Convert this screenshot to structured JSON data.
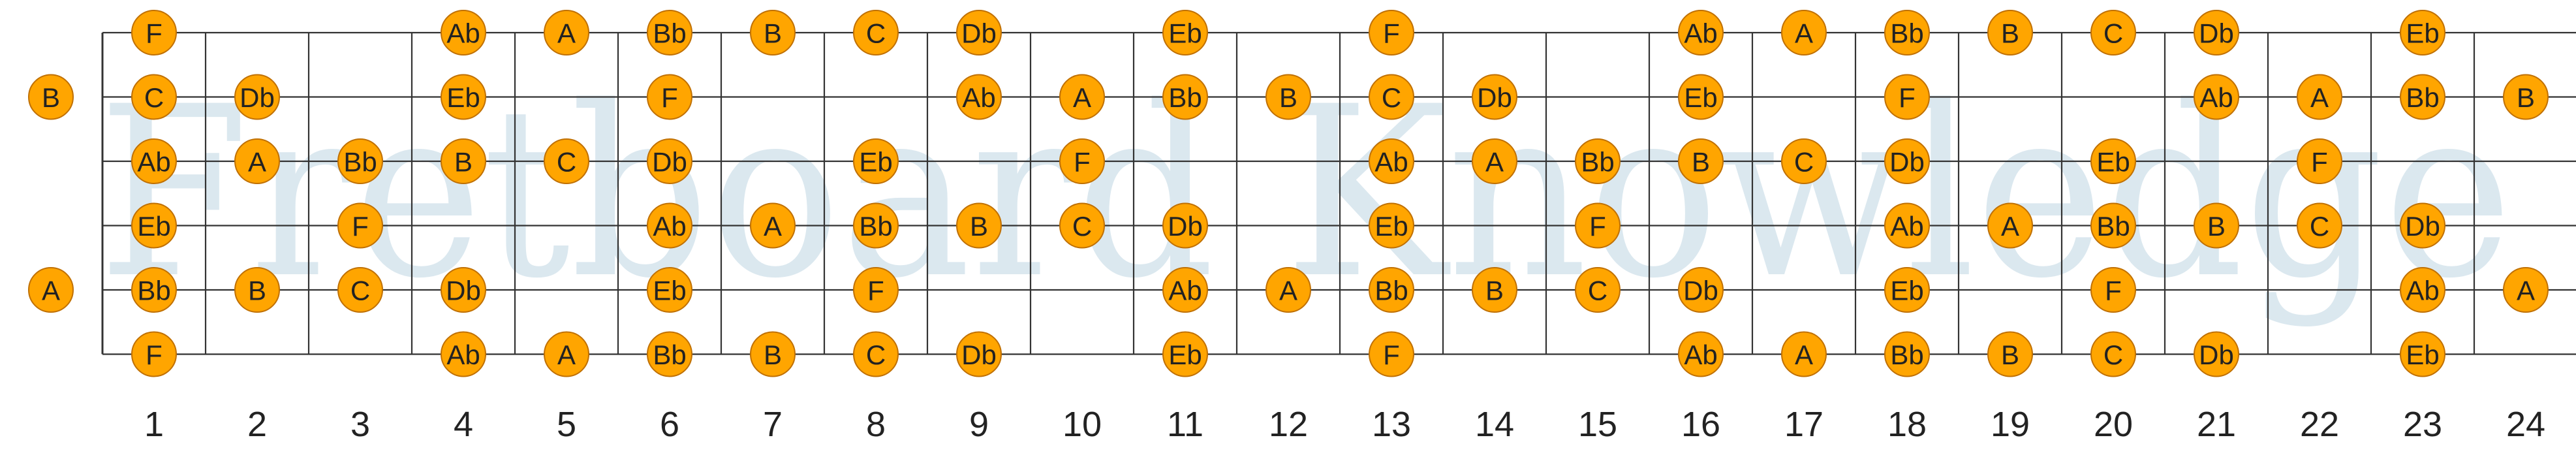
{
  "watermark": "Fretboard Knowledge",
  "colors": {
    "note_fill": "#ffa500",
    "note_stroke": "#c07000",
    "line": "#333333",
    "watermark": "#dbe8ef",
    "text": "#222222"
  },
  "fret_count": 24,
  "fret_numbers": [
    "1",
    "2",
    "3",
    "4",
    "5",
    "6",
    "7",
    "8",
    "9",
    "10",
    "11",
    "12",
    "13",
    "14",
    "15",
    "16",
    "17",
    "18",
    "19",
    "20",
    "21",
    "22",
    "23",
    "24"
  ],
  "notes": [
    {
      "string": 1,
      "fret": 1,
      "label": "F"
    },
    {
      "string": 1,
      "fret": 4,
      "label": "Ab"
    },
    {
      "string": 1,
      "fret": 5,
      "label": "A"
    },
    {
      "string": 1,
      "fret": 6,
      "label": "Bb"
    },
    {
      "string": 1,
      "fret": 7,
      "label": "B"
    },
    {
      "string": 1,
      "fret": 8,
      "label": "C"
    },
    {
      "string": 1,
      "fret": 9,
      "label": "Db"
    },
    {
      "string": 1,
      "fret": 11,
      "label": "Eb"
    },
    {
      "string": 1,
      "fret": 13,
      "label": "F"
    },
    {
      "string": 1,
      "fret": 16,
      "label": "Ab"
    },
    {
      "string": 1,
      "fret": 17,
      "label": "A"
    },
    {
      "string": 1,
      "fret": 18,
      "label": "Bb"
    },
    {
      "string": 1,
      "fret": 19,
      "label": "B"
    },
    {
      "string": 1,
      "fret": 20,
      "label": "C"
    },
    {
      "string": 1,
      "fret": 21,
      "label": "Db"
    },
    {
      "string": 1,
      "fret": 23,
      "label": "Eb"
    },
    {
      "string": 2,
      "fret": 0,
      "label": "B"
    },
    {
      "string": 2,
      "fret": 1,
      "label": "C"
    },
    {
      "string": 2,
      "fret": 2,
      "label": "Db"
    },
    {
      "string": 2,
      "fret": 4,
      "label": "Eb"
    },
    {
      "string": 2,
      "fret": 6,
      "label": "F"
    },
    {
      "string": 2,
      "fret": 9,
      "label": "Ab"
    },
    {
      "string": 2,
      "fret": 10,
      "label": "A"
    },
    {
      "string": 2,
      "fret": 11,
      "label": "Bb"
    },
    {
      "string": 2,
      "fret": 12,
      "label": "B"
    },
    {
      "string": 2,
      "fret": 13,
      "label": "C"
    },
    {
      "string": 2,
      "fret": 14,
      "label": "Db"
    },
    {
      "string": 2,
      "fret": 16,
      "label": "Eb"
    },
    {
      "string": 2,
      "fret": 18,
      "label": "F"
    },
    {
      "string": 2,
      "fret": 21,
      "label": "Ab"
    },
    {
      "string": 2,
      "fret": 22,
      "label": "A"
    },
    {
      "string": 2,
      "fret": 23,
      "label": "Bb"
    },
    {
      "string": 2,
      "fret": 24,
      "label": "B"
    },
    {
      "string": 3,
      "fret": 1,
      "label": "Ab"
    },
    {
      "string": 3,
      "fret": 2,
      "label": "A"
    },
    {
      "string": 3,
      "fret": 3,
      "label": "Bb"
    },
    {
      "string": 3,
      "fret": 4,
      "label": "B"
    },
    {
      "string": 3,
      "fret": 5,
      "label": "C"
    },
    {
      "string": 3,
      "fret": 6,
      "label": "Db"
    },
    {
      "string": 3,
      "fret": 8,
      "label": "Eb"
    },
    {
      "string": 3,
      "fret": 10,
      "label": "F"
    },
    {
      "string": 3,
      "fret": 13,
      "label": "Ab"
    },
    {
      "string": 3,
      "fret": 14,
      "label": "A"
    },
    {
      "string": 3,
      "fret": 15,
      "label": "Bb"
    },
    {
      "string": 3,
      "fret": 16,
      "label": "B"
    },
    {
      "string": 3,
      "fret": 17,
      "label": "C"
    },
    {
      "string": 3,
      "fret": 18,
      "label": "Db"
    },
    {
      "string": 3,
      "fret": 20,
      "label": "Eb"
    },
    {
      "string": 3,
      "fret": 22,
      "label": "F"
    },
    {
      "string": 4,
      "fret": 1,
      "label": "Eb"
    },
    {
      "string": 4,
      "fret": 3,
      "label": "F"
    },
    {
      "string": 4,
      "fret": 6,
      "label": "Ab"
    },
    {
      "string": 4,
      "fret": 7,
      "label": "A"
    },
    {
      "string": 4,
      "fret": 8,
      "label": "Bb"
    },
    {
      "string": 4,
      "fret": 9,
      "label": "B"
    },
    {
      "string": 4,
      "fret": 10,
      "label": "C"
    },
    {
      "string": 4,
      "fret": 11,
      "label": "Db"
    },
    {
      "string": 4,
      "fret": 13,
      "label": "Eb"
    },
    {
      "string": 4,
      "fret": 15,
      "label": "F"
    },
    {
      "string": 4,
      "fret": 18,
      "label": "Ab"
    },
    {
      "string": 4,
      "fret": 19,
      "label": "A"
    },
    {
      "string": 4,
      "fret": 20,
      "label": "Bb"
    },
    {
      "string": 4,
      "fret": 21,
      "label": "B"
    },
    {
      "string": 4,
      "fret": 22,
      "label": "C"
    },
    {
      "string": 4,
      "fret": 23,
      "label": "Db"
    },
    {
      "string": 5,
      "fret": 0,
      "label": "A"
    },
    {
      "string": 5,
      "fret": 1,
      "label": "Bb"
    },
    {
      "string": 5,
      "fret": 2,
      "label": "B"
    },
    {
      "string": 5,
      "fret": 3,
      "label": "C"
    },
    {
      "string": 5,
      "fret": 4,
      "label": "Db"
    },
    {
      "string": 5,
      "fret": 6,
      "label": "Eb"
    },
    {
      "string": 5,
      "fret": 8,
      "label": "F"
    },
    {
      "string": 5,
      "fret": 11,
      "label": "Ab"
    },
    {
      "string": 5,
      "fret": 12,
      "label": "A"
    },
    {
      "string": 5,
      "fret": 13,
      "label": "Bb"
    },
    {
      "string": 5,
      "fret": 14,
      "label": "B"
    },
    {
      "string": 5,
      "fret": 15,
      "label": "C"
    },
    {
      "string": 5,
      "fret": 16,
      "label": "Db"
    },
    {
      "string": 5,
      "fret": 18,
      "label": "Eb"
    },
    {
      "string": 5,
      "fret": 20,
      "label": "F"
    },
    {
      "string": 5,
      "fret": 23,
      "label": "Ab"
    },
    {
      "string": 5,
      "fret": 24,
      "label": "A"
    },
    {
      "string": 6,
      "fret": 1,
      "label": "F"
    },
    {
      "string": 6,
      "fret": 4,
      "label": "Ab"
    },
    {
      "string": 6,
      "fret": 5,
      "label": "A"
    },
    {
      "string": 6,
      "fret": 6,
      "label": "Bb"
    },
    {
      "string": 6,
      "fret": 7,
      "label": "B"
    },
    {
      "string": 6,
      "fret": 8,
      "label": "C"
    },
    {
      "string": 6,
      "fret": 9,
      "label": "Db"
    },
    {
      "string": 6,
      "fret": 11,
      "label": "Eb"
    },
    {
      "string": 6,
      "fret": 13,
      "label": "F"
    },
    {
      "string": 6,
      "fret": 16,
      "label": "Ab"
    },
    {
      "string": 6,
      "fret": 17,
      "label": "A"
    },
    {
      "string": 6,
      "fret": 18,
      "label": "Bb"
    },
    {
      "string": 6,
      "fret": 19,
      "label": "B"
    },
    {
      "string": 6,
      "fret": 20,
      "label": "C"
    },
    {
      "string": 6,
      "fret": 21,
      "label": "Db"
    },
    {
      "string": 6,
      "fret": 23,
      "label": "Eb"
    }
  ]
}
